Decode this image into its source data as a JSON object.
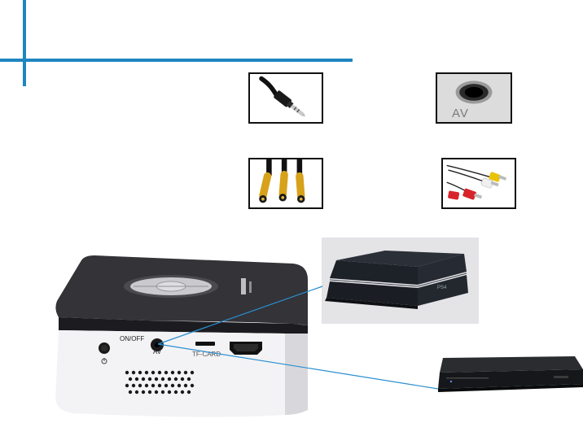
{
  "colors": {
    "accent": "#1f86c0",
    "lines": "#2a8fd0"
  },
  "projector": {
    "power_label": "ON/OFF",
    "av_label": "AV",
    "tfcard_label": "TF-CARD"
  },
  "av_port": {
    "label": "AV"
  },
  "ps4": {
    "logo": "PS4"
  },
  "icons": [
    "audio-jack-icon",
    "av-port-icon",
    "rca-plugs-icon",
    "av-cable-icon",
    "power-icon",
    "hdmi-port-icon"
  ]
}
